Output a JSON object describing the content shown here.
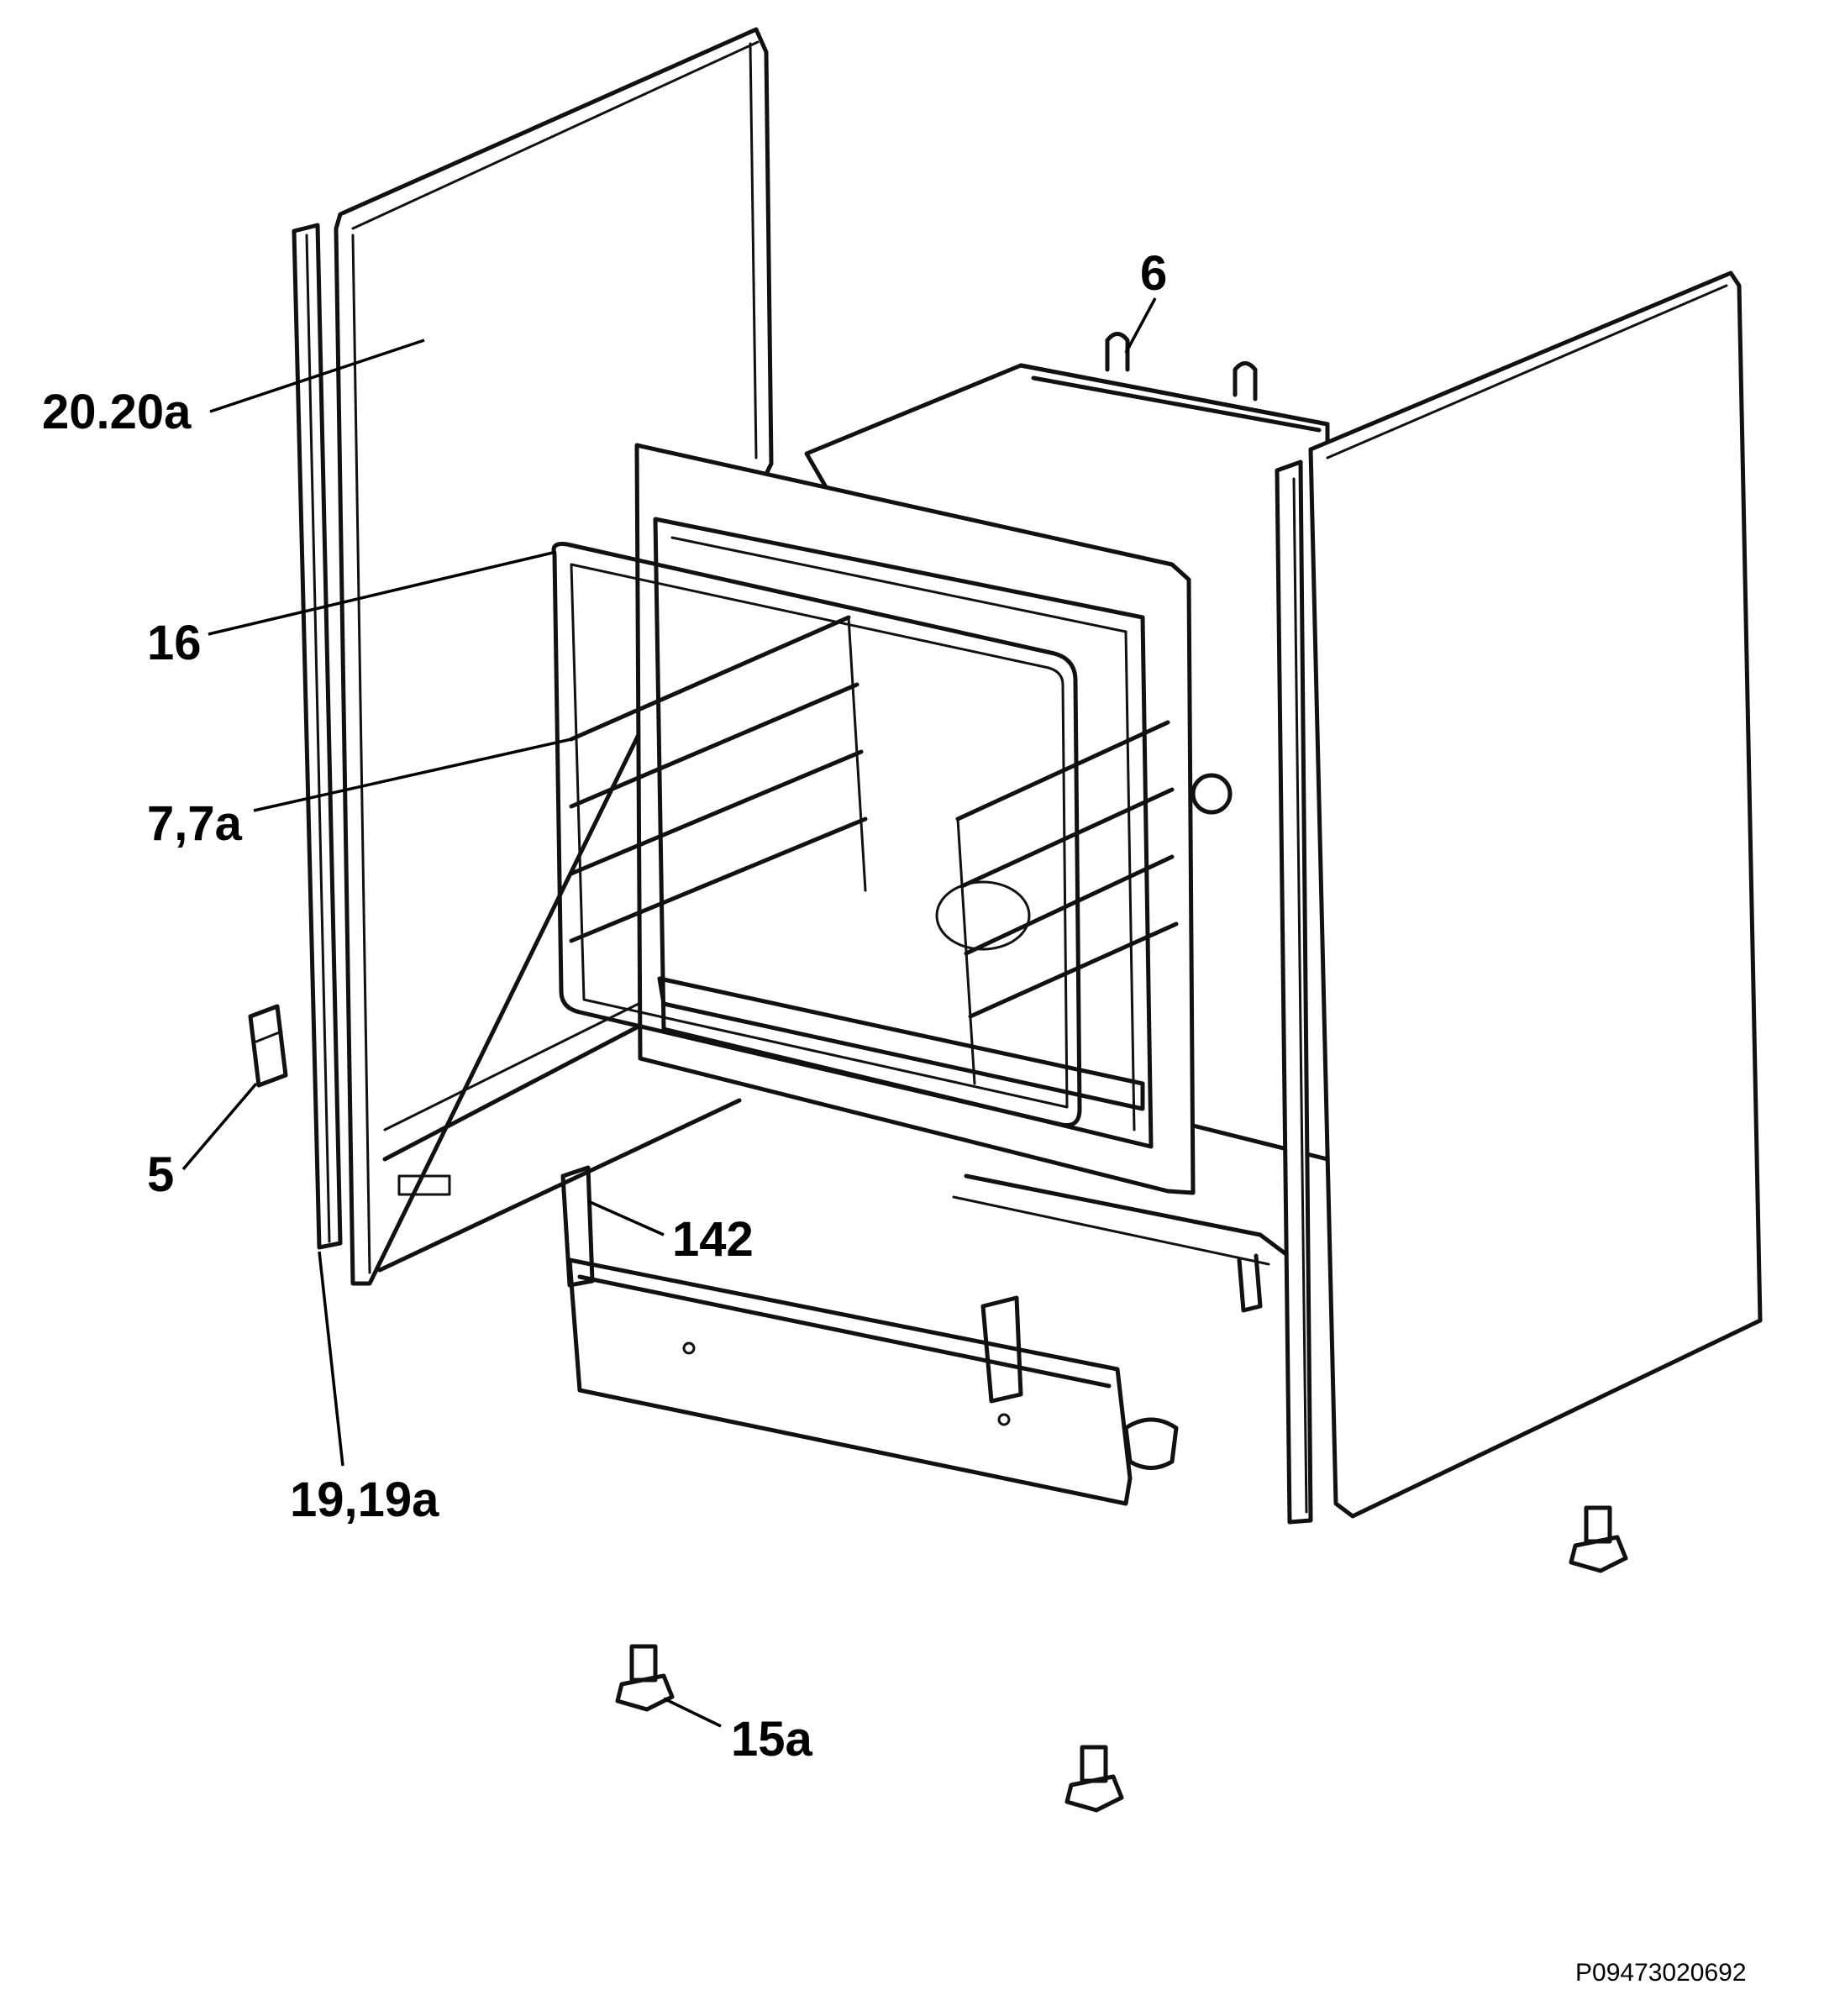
{
  "diagram": {
    "labels": {
      "door_glass": "20.20a",
      "hinge_clip": "6",
      "oven_seal": "16",
      "shelf_supports": "7,7a",
      "bracket": "5",
      "kick_plate": "142",
      "side_strip": "19,19a",
      "feet": "15a"
    },
    "reference": "P09473020692"
  }
}
